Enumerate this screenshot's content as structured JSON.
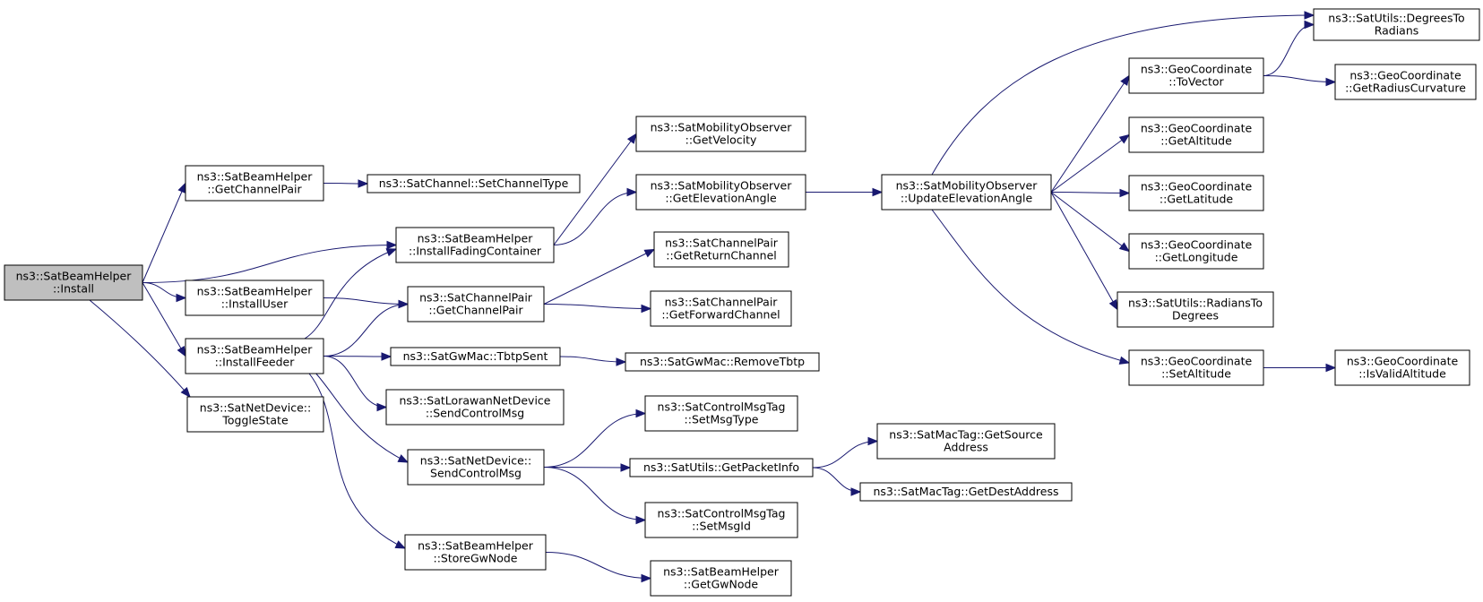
{
  "graph": {
    "title": "",
    "edge_color": "#191970",
    "root_fill": "#bfbfbf",
    "nodes": [
      {
        "id": "install",
        "lines": [
          "ns3::SatBeamHelper",
          "::Install"
        ],
        "root": true
      },
      {
        "id": "getChannelPairBH",
        "lines": [
          "ns3::SatBeamHelper",
          "::GetChannelPair"
        ]
      },
      {
        "id": "setChannelType",
        "lines": [
          "ns3::SatChannel::SetChannelType"
        ]
      },
      {
        "id": "installFading",
        "lines": [
          "ns3::SatBeamHelper",
          "::InstallFadingContainer"
        ]
      },
      {
        "id": "getVelocity",
        "lines": [
          "ns3::SatMobilityObserver",
          "::GetVelocity"
        ]
      },
      {
        "id": "getElevation",
        "lines": [
          "ns3::SatMobilityObserver",
          "::GetElevationAngle"
        ]
      },
      {
        "id": "updateElevation",
        "lines": [
          "ns3::SatMobilityObserver",
          "::UpdateElevationAngle"
        ]
      },
      {
        "id": "degToRad",
        "lines": [
          "ns3::SatUtils::DegreesTo",
          "Radians"
        ]
      },
      {
        "id": "toVector",
        "lines": [
          "ns3::GeoCoordinate",
          "::ToVector"
        ]
      },
      {
        "id": "getRadius",
        "lines": [
          "ns3::GeoCoordinate",
          "::GetRadiusCurvature"
        ]
      },
      {
        "id": "getAltitude",
        "lines": [
          "ns3::GeoCoordinate",
          "::GetAltitude"
        ]
      },
      {
        "id": "getLatitude",
        "lines": [
          "ns3::GeoCoordinate",
          "::GetLatitude"
        ]
      },
      {
        "id": "getLongitude",
        "lines": [
          "ns3::GeoCoordinate",
          "::GetLongitude"
        ]
      },
      {
        "id": "radToDeg",
        "lines": [
          "ns3::SatUtils::RadiansTo",
          "Degrees"
        ]
      },
      {
        "id": "setAltitude",
        "lines": [
          "ns3::GeoCoordinate",
          "::SetAltitude"
        ]
      },
      {
        "id": "isValidAlt",
        "lines": [
          "ns3::GeoCoordinate",
          "::IsValidAltitude"
        ]
      },
      {
        "id": "installUser",
        "lines": [
          "ns3::SatBeamHelper",
          "::InstallUser"
        ]
      },
      {
        "id": "getChannelPairCP",
        "lines": [
          "ns3::SatChannelPair",
          "::GetChannelPair"
        ]
      },
      {
        "id": "getReturn",
        "lines": [
          "ns3::SatChannelPair",
          "::GetReturnChannel"
        ]
      },
      {
        "id": "getForward",
        "lines": [
          "ns3::SatChannelPair",
          "::GetForwardChannel"
        ]
      },
      {
        "id": "installFeeder",
        "lines": [
          "ns3::SatBeamHelper",
          "::InstallFeeder"
        ]
      },
      {
        "id": "tbtpSent",
        "lines": [
          "ns3::SatGwMac::TbtpSent"
        ]
      },
      {
        "id": "removeTbtp",
        "lines": [
          "ns3::SatGwMac::RemoveTbtp"
        ]
      },
      {
        "id": "loraSend",
        "lines": [
          "ns3::SatLorawanNetDevice",
          "::SendControlMsg"
        ]
      },
      {
        "id": "netDevSend",
        "lines": [
          "ns3::SatNetDevice::",
          "SendControlMsg"
        ]
      },
      {
        "id": "setMsgType",
        "lines": [
          "ns3::SatControlMsgTag",
          "::SetMsgType"
        ]
      },
      {
        "id": "getPacketInfo",
        "lines": [
          "ns3::SatUtils::GetPacketInfo"
        ]
      },
      {
        "id": "getSource",
        "lines": [
          "ns3::SatMacTag::GetSource",
          "Address"
        ]
      },
      {
        "id": "getDest",
        "lines": [
          "ns3::SatMacTag::GetDestAddress"
        ]
      },
      {
        "id": "setMsgId",
        "lines": [
          "ns3::SatControlMsgTag",
          "::SetMsgId"
        ]
      },
      {
        "id": "storeGw",
        "lines": [
          "ns3::SatBeamHelper",
          "::StoreGwNode"
        ]
      },
      {
        "id": "getGw",
        "lines": [
          "ns3::SatBeamHelper",
          "::GetGwNode"
        ]
      },
      {
        "id": "toggle",
        "lines": [
          "ns3::SatNetDevice::",
          "ToggleState"
        ]
      }
    ],
    "edges": [
      [
        "install",
        "getChannelPairBH"
      ],
      [
        "install",
        "installFading"
      ],
      [
        "install",
        "installUser"
      ],
      [
        "install",
        "installFeeder"
      ],
      [
        "install",
        "toggle"
      ],
      [
        "getChannelPairBH",
        "setChannelType"
      ],
      [
        "installFading",
        "getVelocity"
      ],
      [
        "installFading",
        "getElevation"
      ],
      [
        "getElevation",
        "updateElevation"
      ],
      [
        "updateElevation",
        "degToRad"
      ],
      [
        "updateElevation",
        "toVector"
      ],
      [
        "updateElevation",
        "getAltitude"
      ],
      [
        "updateElevation",
        "getLatitude"
      ],
      [
        "updateElevation",
        "getLongitude"
      ],
      [
        "updateElevation",
        "radToDeg"
      ],
      [
        "updateElevation",
        "setAltitude"
      ],
      [
        "toVector",
        "degToRad"
      ],
      [
        "toVector",
        "getRadius"
      ],
      [
        "setAltitude",
        "isValidAlt"
      ],
      [
        "installUser",
        "getChannelPairCP"
      ],
      [
        "getChannelPairCP",
        "getReturn"
      ],
      [
        "getChannelPairCP",
        "getForward"
      ],
      [
        "installFeeder",
        "installFading"
      ],
      [
        "installFeeder",
        "getChannelPairCP"
      ],
      [
        "installFeeder",
        "tbtpSent"
      ],
      [
        "installFeeder",
        "loraSend"
      ],
      [
        "installFeeder",
        "netDevSend"
      ],
      [
        "installFeeder",
        "storeGw"
      ],
      [
        "tbtpSent",
        "removeTbtp"
      ],
      [
        "netDevSend",
        "setMsgType"
      ],
      [
        "netDevSend",
        "getPacketInfo"
      ],
      [
        "netDevSend",
        "setMsgId"
      ],
      [
        "getPacketInfo",
        "getSource"
      ],
      [
        "getPacketInfo",
        "getDest"
      ],
      [
        "storeGw",
        "getGw"
      ]
    ]
  }
}
